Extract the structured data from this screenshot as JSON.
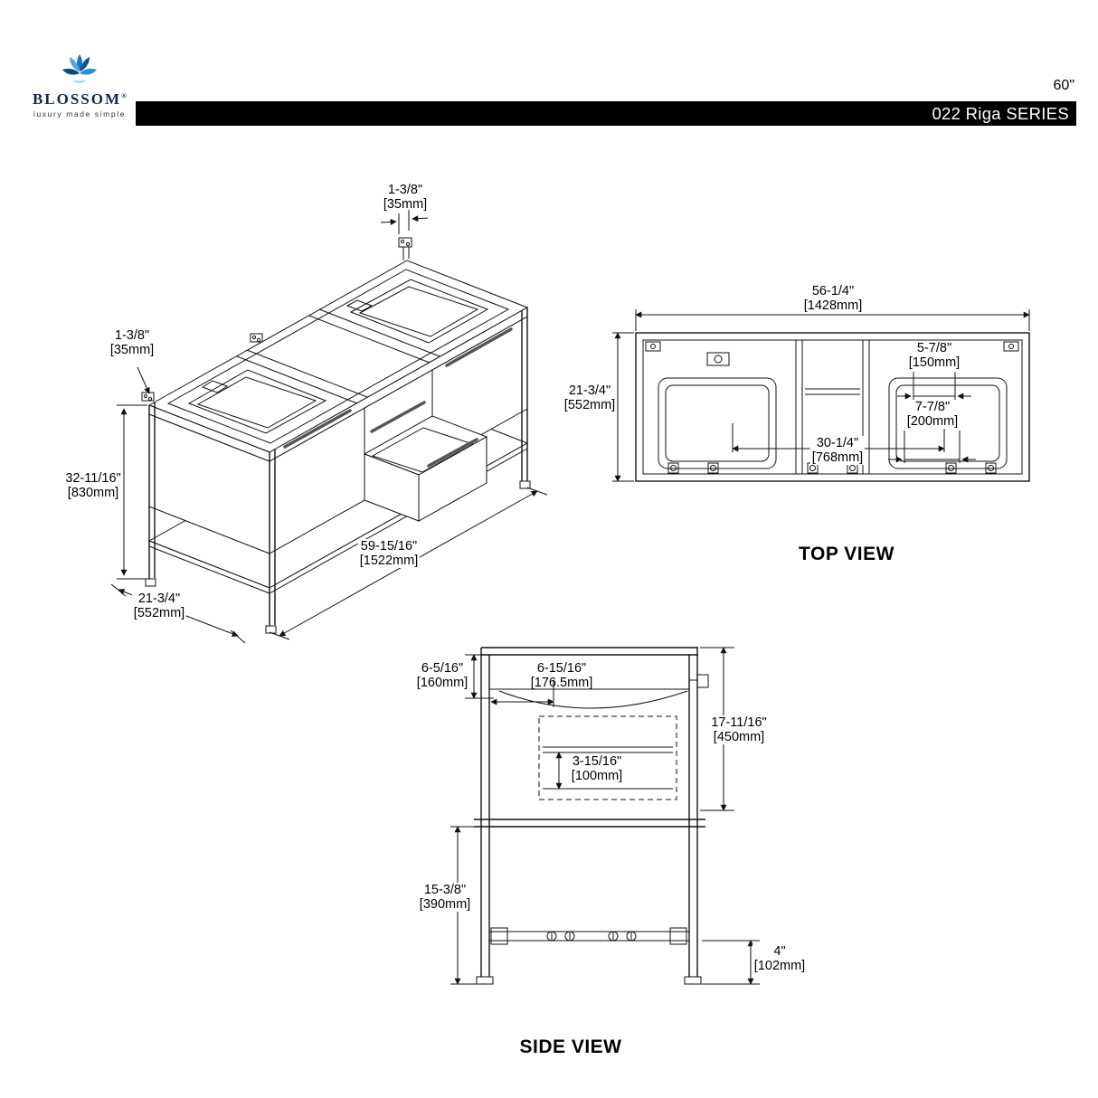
{
  "header": {
    "brand": "BLOSSOM",
    "reg": "®",
    "tagline": "luxury made simple",
    "size": "60\"",
    "series": "022 Riga SERIES"
  },
  "iso": {
    "top_thickness": [
      "1-3/8\"",
      "[35mm]"
    ],
    "left_thickness": [
      "1-3/8\"",
      "[35mm]"
    ],
    "height": [
      "32-11/16\"",
      "[830mm]"
    ],
    "width": [
      "59-15/16\"",
      "[1522mm]"
    ],
    "depth": [
      "21-3/4\"",
      "[552mm]"
    ]
  },
  "top_view": {
    "title": "TOP VIEW",
    "width": [
      "56-1/4\"",
      "[1428mm]"
    ],
    "depth": [
      "21-3/4\"",
      "[552mm]"
    ],
    "sink_offset": [
      "5-7/8\"",
      "[150mm]"
    ],
    "sink_width": [
      "7-7/8\"",
      "[200mm]"
    ],
    "center_span": [
      "30-1/4\"",
      "[768mm]"
    ]
  },
  "side_view": {
    "title": "SIDE VIEW",
    "top_inset": [
      "6-5/16\"",
      "[160mm]"
    ],
    "top_depth": [
      "6-15/16\"",
      "[176.5mm]"
    ],
    "drawer_depth": [
      "3-15/16\"",
      "[100mm]"
    ],
    "body_height": [
      "17-11/16\"",
      "[450mm]"
    ],
    "leg_space": [
      "15-3/8\"",
      "[390mm]"
    ],
    "foot_height": [
      "4\"",
      "[102mm]"
    ]
  }
}
